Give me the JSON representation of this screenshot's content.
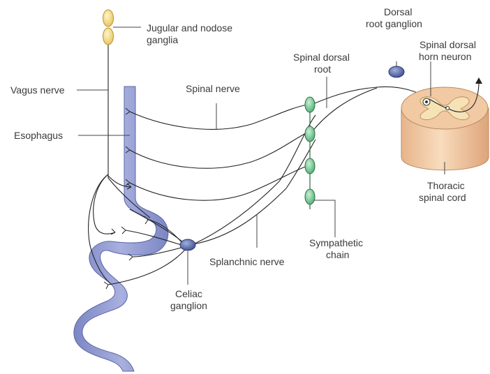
{
  "labels": {
    "jugular": [
      "Jugular and nodose",
      "ganglia"
    ],
    "vagus": "Vagus nerve",
    "esophagus": "Esophagus",
    "spinal_nerve": "Spinal nerve",
    "spinal_dorsal_root": [
      "Spinal dorsal",
      "root"
    ],
    "dorsal_root_ganglion": [
      "Dorsal",
      "root ganglion"
    ],
    "spinal_dorsal_horn": [
      "Spinal dorsal",
      "horn neuron"
    ],
    "thoracic_cord": [
      "Thoracic",
      "spinal cord"
    ],
    "sympathetic_chain": [
      "Sympathetic",
      "chain"
    ],
    "splanchnic_nerve": "Splanchnic nerve",
    "celiac_ganglion": [
      "Celiac",
      "ganglion"
    ]
  },
  "colors": {
    "esophagus": "#8e98cf",
    "esophagus_dark": "#6a74b3",
    "ganglion_yellow": "#f7e29a",
    "chain_green": "#8ed3a8",
    "node_blue": "#5a6aa8",
    "cord_outer": "#f3cfa7",
    "cord_inner": "#eebd92",
    "cord_grey": "#f4e4b8"
  }
}
